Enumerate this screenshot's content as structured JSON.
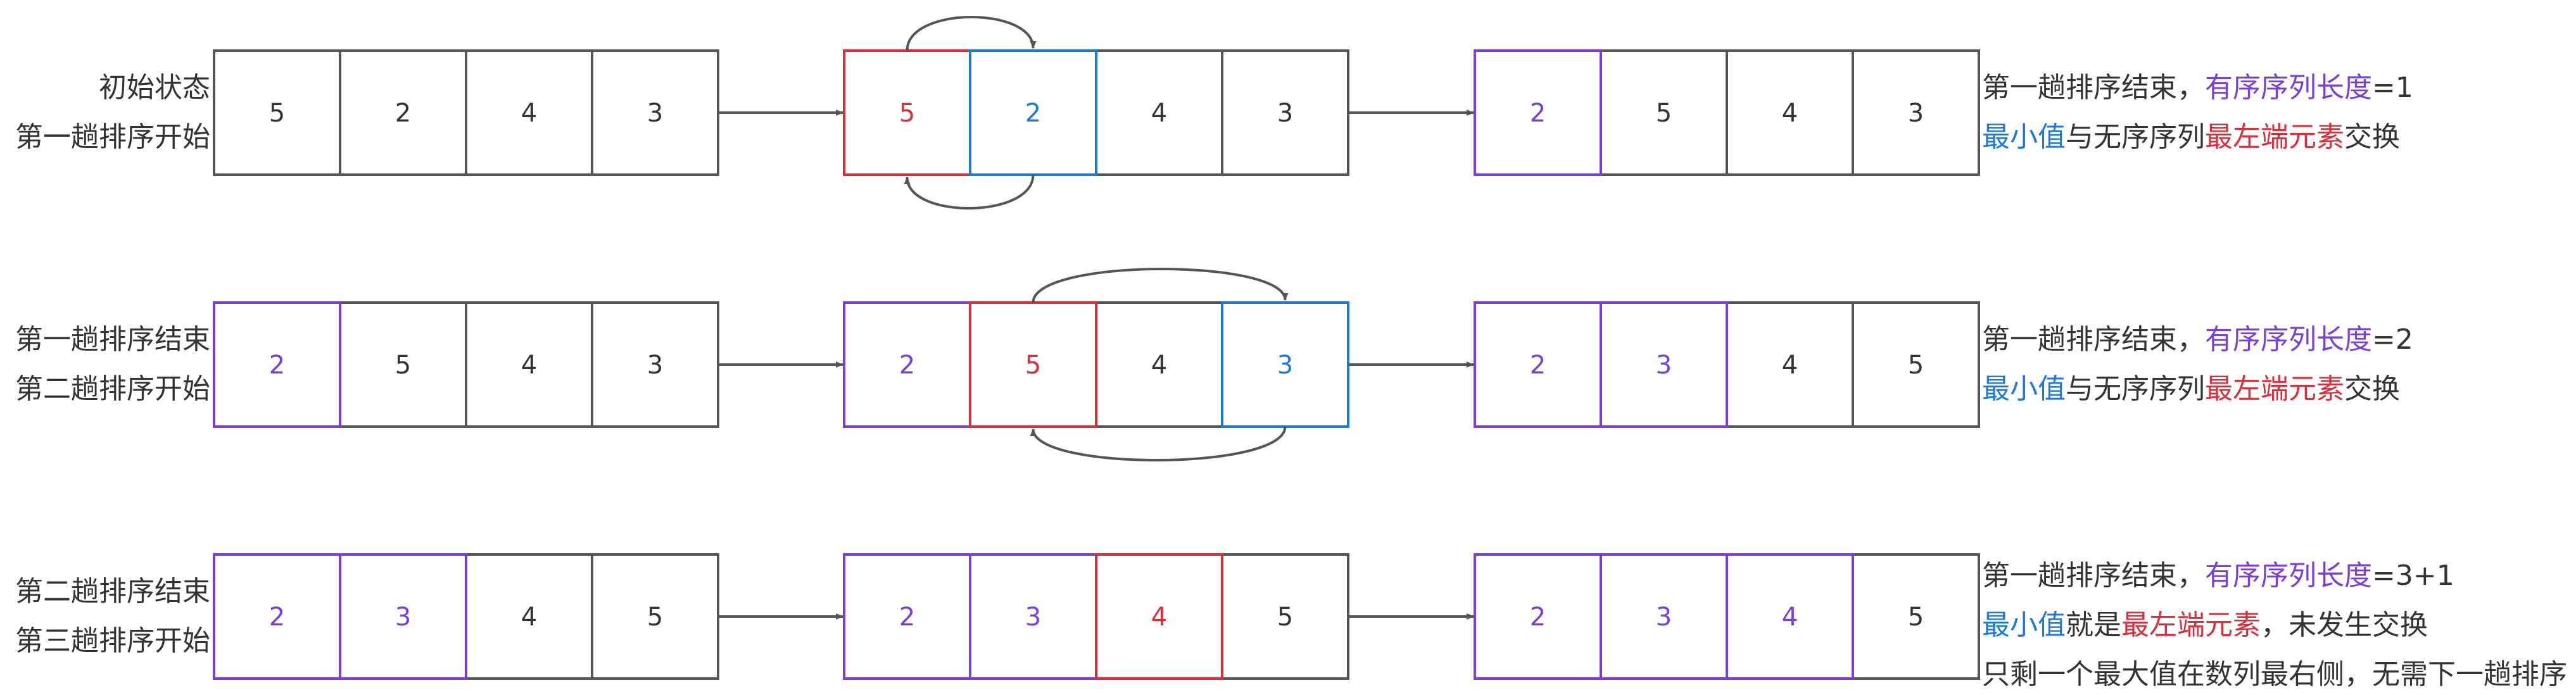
{
  "colors": {
    "default": "#555555",
    "text": "#333333",
    "sorted": "#7a3fd9",
    "leftmost": "#d92e3c",
    "minimum": "#1e7ad9"
  },
  "rows": [
    {
      "left_label": [
        "初始状态",
        "第一趟排序开始"
      ],
      "stages": [
        [
          {
            "value": "5",
            "role": "default"
          },
          {
            "value": "2",
            "role": "default"
          },
          {
            "value": "4",
            "role": "default"
          },
          {
            "value": "3",
            "role": "default"
          }
        ],
        [
          {
            "value": "5",
            "role": "leftmost"
          },
          {
            "value": "2",
            "role": "minimum"
          },
          {
            "value": "4",
            "role": "default"
          },
          {
            "value": "3",
            "role": "default"
          }
        ],
        [
          {
            "value": "2",
            "role": "sorted"
          },
          {
            "value": "5",
            "role": "default"
          },
          {
            "value": "4",
            "role": "default"
          },
          {
            "value": "3",
            "role": "default"
          }
        ]
      ],
      "swap": {
        "from": 0,
        "to": 1
      },
      "notes": [
        [
          {
            "text": "第一趟排序结束，",
            "role": "text"
          },
          {
            "text": "有序序列长度",
            "role": "sorted"
          },
          {
            "text": "=1",
            "role": "text"
          }
        ],
        [
          {
            "text": "最小值",
            "role": "minimum"
          },
          {
            "text": "与无序序列",
            "role": "text"
          },
          {
            "text": "最左端元素",
            "role": "leftmost"
          },
          {
            "text": "交换",
            "role": "text"
          }
        ]
      ]
    },
    {
      "left_label": [
        "第一趟排序结束",
        "第二趟排序开始"
      ],
      "stages": [
        [
          {
            "value": "2",
            "role": "sorted"
          },
          {
            "value": "5",
            "role": "default"
          },
          {
            "value": "4",
            "role": "default"
          },
          {
            "value": "3",
            "role": "default"
          }
        ],
        [
          {
            "value": "2",
            "role": "sorted"
          },
          {
            "value": "5",
            "role": "leftmost"
          },
          {
            "value": "4",
            "role": "default"
          },
          {
            "value": "3",
            "role": "minimum"
          }
        ],
        [
          {
            "value": "2",
            "role": "sorted"
          },
          {
            "value": "3",
            "role": "sorted"
          },
          {
            "value": "4",
            "role": "default"
          },
          {
            "value": "5",
            "role": "default"
          }
        ]
      ],
      "swap": {
        "from": 1,
        "to": 3
      },
      "notes": [
        [
          {
            "text": "第一趟排序结束，",
            "role": "text"
          },
          {
            "text": "有序序列长度",
            "role": "sorted"
          },
          {
            "text": "=2",
            "role": "text"
          }
        ],
        [
          {
            "text": "最小值",
            "role": "minimum"
          },
          {
            "text": "与无序序列",
            "role": "text"
          },
          {
            "text": "最左端元素",
            "role": "leftmost"
          },
          {
            "text": "交换",
            "role": "text"
          }
        ]
      ]
    },
    {
      "left_label": [
        "第二趟排序结束",
        "第三趟排序开始"
      ],
      "stages": [
        [
          {
            "value": "2",
            "role": "sorted"
          },
          {
            "value": "3",
            "role": "sorted"
          },
          {
            "value": "4",
            "role": "default"
          },
          {
            "value": "5",
            "role": "default"
          }
        ],
        [
          {
            "value": "2",
            "role": "sorted"
          },
          {
            "value": "3",
            "role": "sorted"
          },
          {
            "value": "4",
            "role": "leftmost"
          },
          {
            "value": "5",
            "role": "default"
          }
        ],
        [
          {
            "value": "2",
            "role": "sorted"
          },
          {
            "value": "3",
            "role": "sorted"
          },
          {
            "value": "4",
            "role": "sorted"
          },
          {
            "value": "5",
            "role": "default"
          }
        ]
      ],
      "swap": null,
      "notes": [
        [
          {
            "text": "第一趟排序结束，",
            "role": "text"
          },
          {
            "text": "有序序列长度",
            "role": "sorted"
          },
          {
            "text": "=3+1",
            "role": "text"
          }
        ],
        [
          {
            "text": "最小值",
            "role": "minimum"
          },
          {
            "text": "就是",
            "role": "text"
          },
          {
            "text": "最左端元素",
            "role": "leftmost"
          },
          {
            "text": "，未发生交换",
            "role": "text"
          }
        ],
        [
          {
            "text": "只剩一个最大值在数列最右侧，无需下一趟排序",
            "role": "text"
          }
        ]
      ]
    }
  ]
}
